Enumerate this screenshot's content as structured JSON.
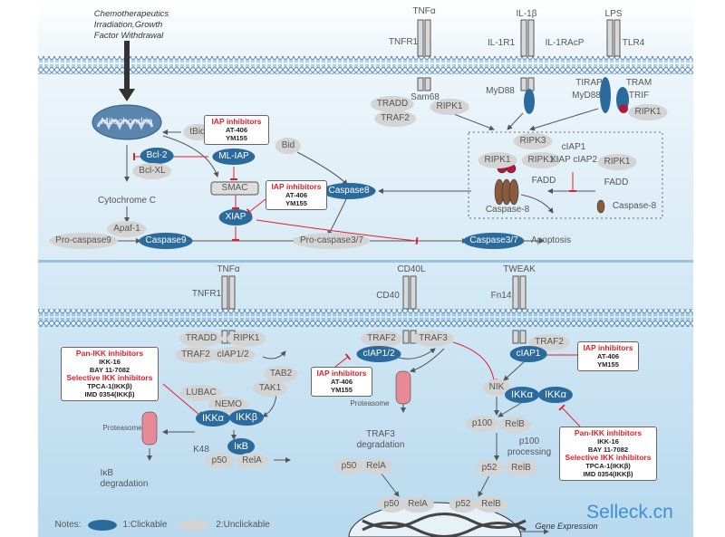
{
  "top": {
    "stimulus": [
      "Chemotherapeutics",
      "Irradiation,Growth",
      "Factor Withdrawal"
    ],
    "mitochondria": "Mitochondria",
    "tbid": "tBid",
    "bid": "Bid",
    "bcl2": "Bcl-2",
    "bclxl": "Bcl-XL",
    "ml_iap": "ML-IAP",
    "smac": "SMAC",
    "xiap": "XIAP",
    "cytochrome": "Cytochrome C",
    "apaf1": "Apaf-1",
    "procasp9": "Pro-caspase9",
    "casp9": "Caspase9",
    "procasp37": "Pro-caspase3/7",
    "casp37": "Caspase3/7",
    "apoptosis": "Apoptosis",
    "casp8": "Caspase8",
    "iap_box1": {
      "title": "IAP inhibitors",
      "items": [
        "AT-406",
        "YM155"
      ]
    },
    "iap_box2": {
      "title": "IAP inhibitors",
      "items": [
        "AT-406",
        "YM155"
      ]
    },
    "tnfa": "TNFα",
    "tnfr1": "TNFR1",
    "tradd": "TRADD",
    "sam68": "Sam68",
    "traf2": "TRAF2",
    "ripk1": "RIPK1",
    "il1b": "IL-1β",
    "il1r1": "IL-1R1",
    "il1racp": "IL-1RAcP",
    "myd88": "MyD88",
    "lps": "LPS",
    "tlr4": "TLR4",
    "tirap": "TIRAP",
    "tram": "TRAM",
    "myd88b": "MyD88",
    "trif": "TRIF",
    "ripk1b": "RIPK1",
    "complex": {
      "ripk3": "RIPK3",
      "ripk1a": "RIPK1",
      "ripk1b": "RIPK1",
      "ciap1": "cIAP1",
      "xiap_ciap2": "XIAP cIAP2",
      "ripk1c": "RIPK1",
      "fadd1": "FADD",
      "fadd2": "FADD",
      "casp8a": "Caspase-8",
      "casp8b": "Caspase-8"
    }
  },
  "bottom": {
    "tnfa": "TNFα",
    "tnfr1": "TNFR1",
    "tradd": "TRADD",
    "ripk1": "RIPK1",
    "traf2": "TRAF2",
    "ciap12": "cIAP1/2",
    "tab2": "TAB2",
    "tak1": "TAK1",
    "lubac": "LUBAC",
    "nemo": "NEMO",
    "ikka": "IKKα",
    "ikkb": "IKKβ",
    "ikb": "IκB",
    "k48": "K48",
    "p50": "p50",
    "rela": "RelA",
    "proteasome": "Proteasome",
    "ikb_deg": [
      "IκB",
      "degradation"
    ],
    "pan_box1": {
      "title1": "Pan-IKK inhibitors",
      "items1": [
        "IKK-16",
        "BAY 11-7082"
      ],
      "title2": "Selective IKK inhibitors",
      "items2": [
        "TPCA-1(IKKβ)",
        "IMD 0354(IKKβ)"
      ]
    },
    "cd40l": "CD40L",
    "cd40": "CD40",
    "traf2b": "TRAF2",
    "traf3": "TRAF3",
    "ciap12b": "cIAP1/2",
    "proteasome2": "Proteasome",
    "traf3_deg": [
      "TRAF3",
      "degradation"
    ],
    "p50b": "p50",
    "relab": "RelA",
    "iap_box3": {
      "title": "IAP inhibitors",
      "items": [
        "AT-406",
        "YM155"
      ]
    },
    "tweak": "TWEAK",
    "fn14": "Fn14",
    "traf2c": "TRAF2",
    "ciap1": "cIAP1",
    "nik": "NIK",
    "ikka1": "IKKα",
    "ikka2": "IKKα",
    "p100": "p100",
    "relb": "RelB",
    "p100_proc": [
      "p100",
      "processing"
    ],
    "p52": "p52",
    "relb2": "RelB",
    "iap_box4": {
      "title": "IAP inhibitors",
      "items": [
        "AT-406",
        "YM155"
      ]
    },
    "pan_box2": {
      "title1": "Pan-IKK inhibitors",
      "items1": [
        "IKK-16",
        "BAY 11-7082"
      ],
      "title2": "Selective IKK inhibitors",
      "items2": [
        "TPCA-1(IKKβ)",
        "IMD 0354(IKKβ)"
      ]
    },
    "nuc": {
      "p50": "p50",
      "rela": "RelA",
      "p52": "p52",
      "relb": "RelB"
    },
    "gene_expression": "Gene Expression"
  },
  "legend": {
    "notes": "Notes:",
    "clickable": "1:Clickable",
    "unclickable": "2:Unclickable"
  },
  "watermark": "Selleck.cn",
  "colors": {
    "clickable": "#2b6a9c",
    "unclickable": "#d4d4d4",
    "inhibitor": "#e0202a"
  }
}
